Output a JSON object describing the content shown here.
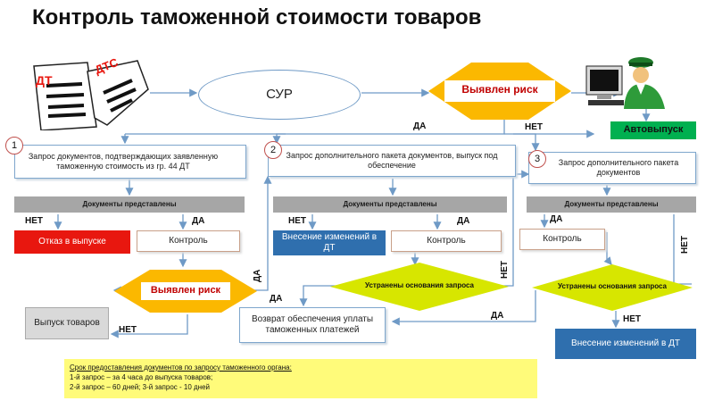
{
  "title": "Контроль таможенной стоимости товаров",
  "docs": {
    "dt": "ДТ",
    "dts": "ДТС"
  },
  "sur": "СУР",
  "risk_found": "Выявлен риск",
  "auto_release": "Автовыпуск",
  "yes": "ДА",
  "no": "НЕТ",
  "req1": {
    "num": "1",
    "text": "Запрос документов, подтверждающих заявленную таможенную стоимость из гр. 44 ДТ"
  },
  "req2": {
    "num": "2",
    "text": "Запрос дополнительного пакета документов, выпуск под обеспечение"
  },
  "req3": {
    "num": "3",
    "text": "Запрос дополнительного пакета документов"
  },
  "docs_provided": "Документы представлены",
  "release_refusal": "Отказ в выпуске",
  "control": "Контроль",
  "dt_changes": "Внесение изменений в ДТ",
  "dt_changes_final": "Внесение изменений в ДТ",
  "release_goods": "Выпуск товаров",
  "grounds_removed": "Устранены основания запроса",
  "return_security": "Возврат обеспечения уплаты таможенных платежей",
  "note": {
    "line1": "Срок предоставления документов по запросу таможенного органа:",
    "line2": "1-й запрос – за 4 часа до выпуска товаров;",
    "line3": "2-й запрос – 60 дней; 3-й запрос - 10 дней"
  },
  "colors": {
    "accent_red": "#e8170f",
    "risk_text": "#c00000",
    "diamond_gold": "#fbb800",
    "diamond_green": "#d7e600",
    "auto_green": "#00b050",
    "blue_box": "#2f6fae",
    "note_yellow": "#fffb7a",
    "grey_bar": "#a6a6a6",
    "wire_blue": "#6f9ac6"
  },
  "icons": {
    "docs": "document-stack-icon",
    "officer": "customs-officer-icon"
  }
}
